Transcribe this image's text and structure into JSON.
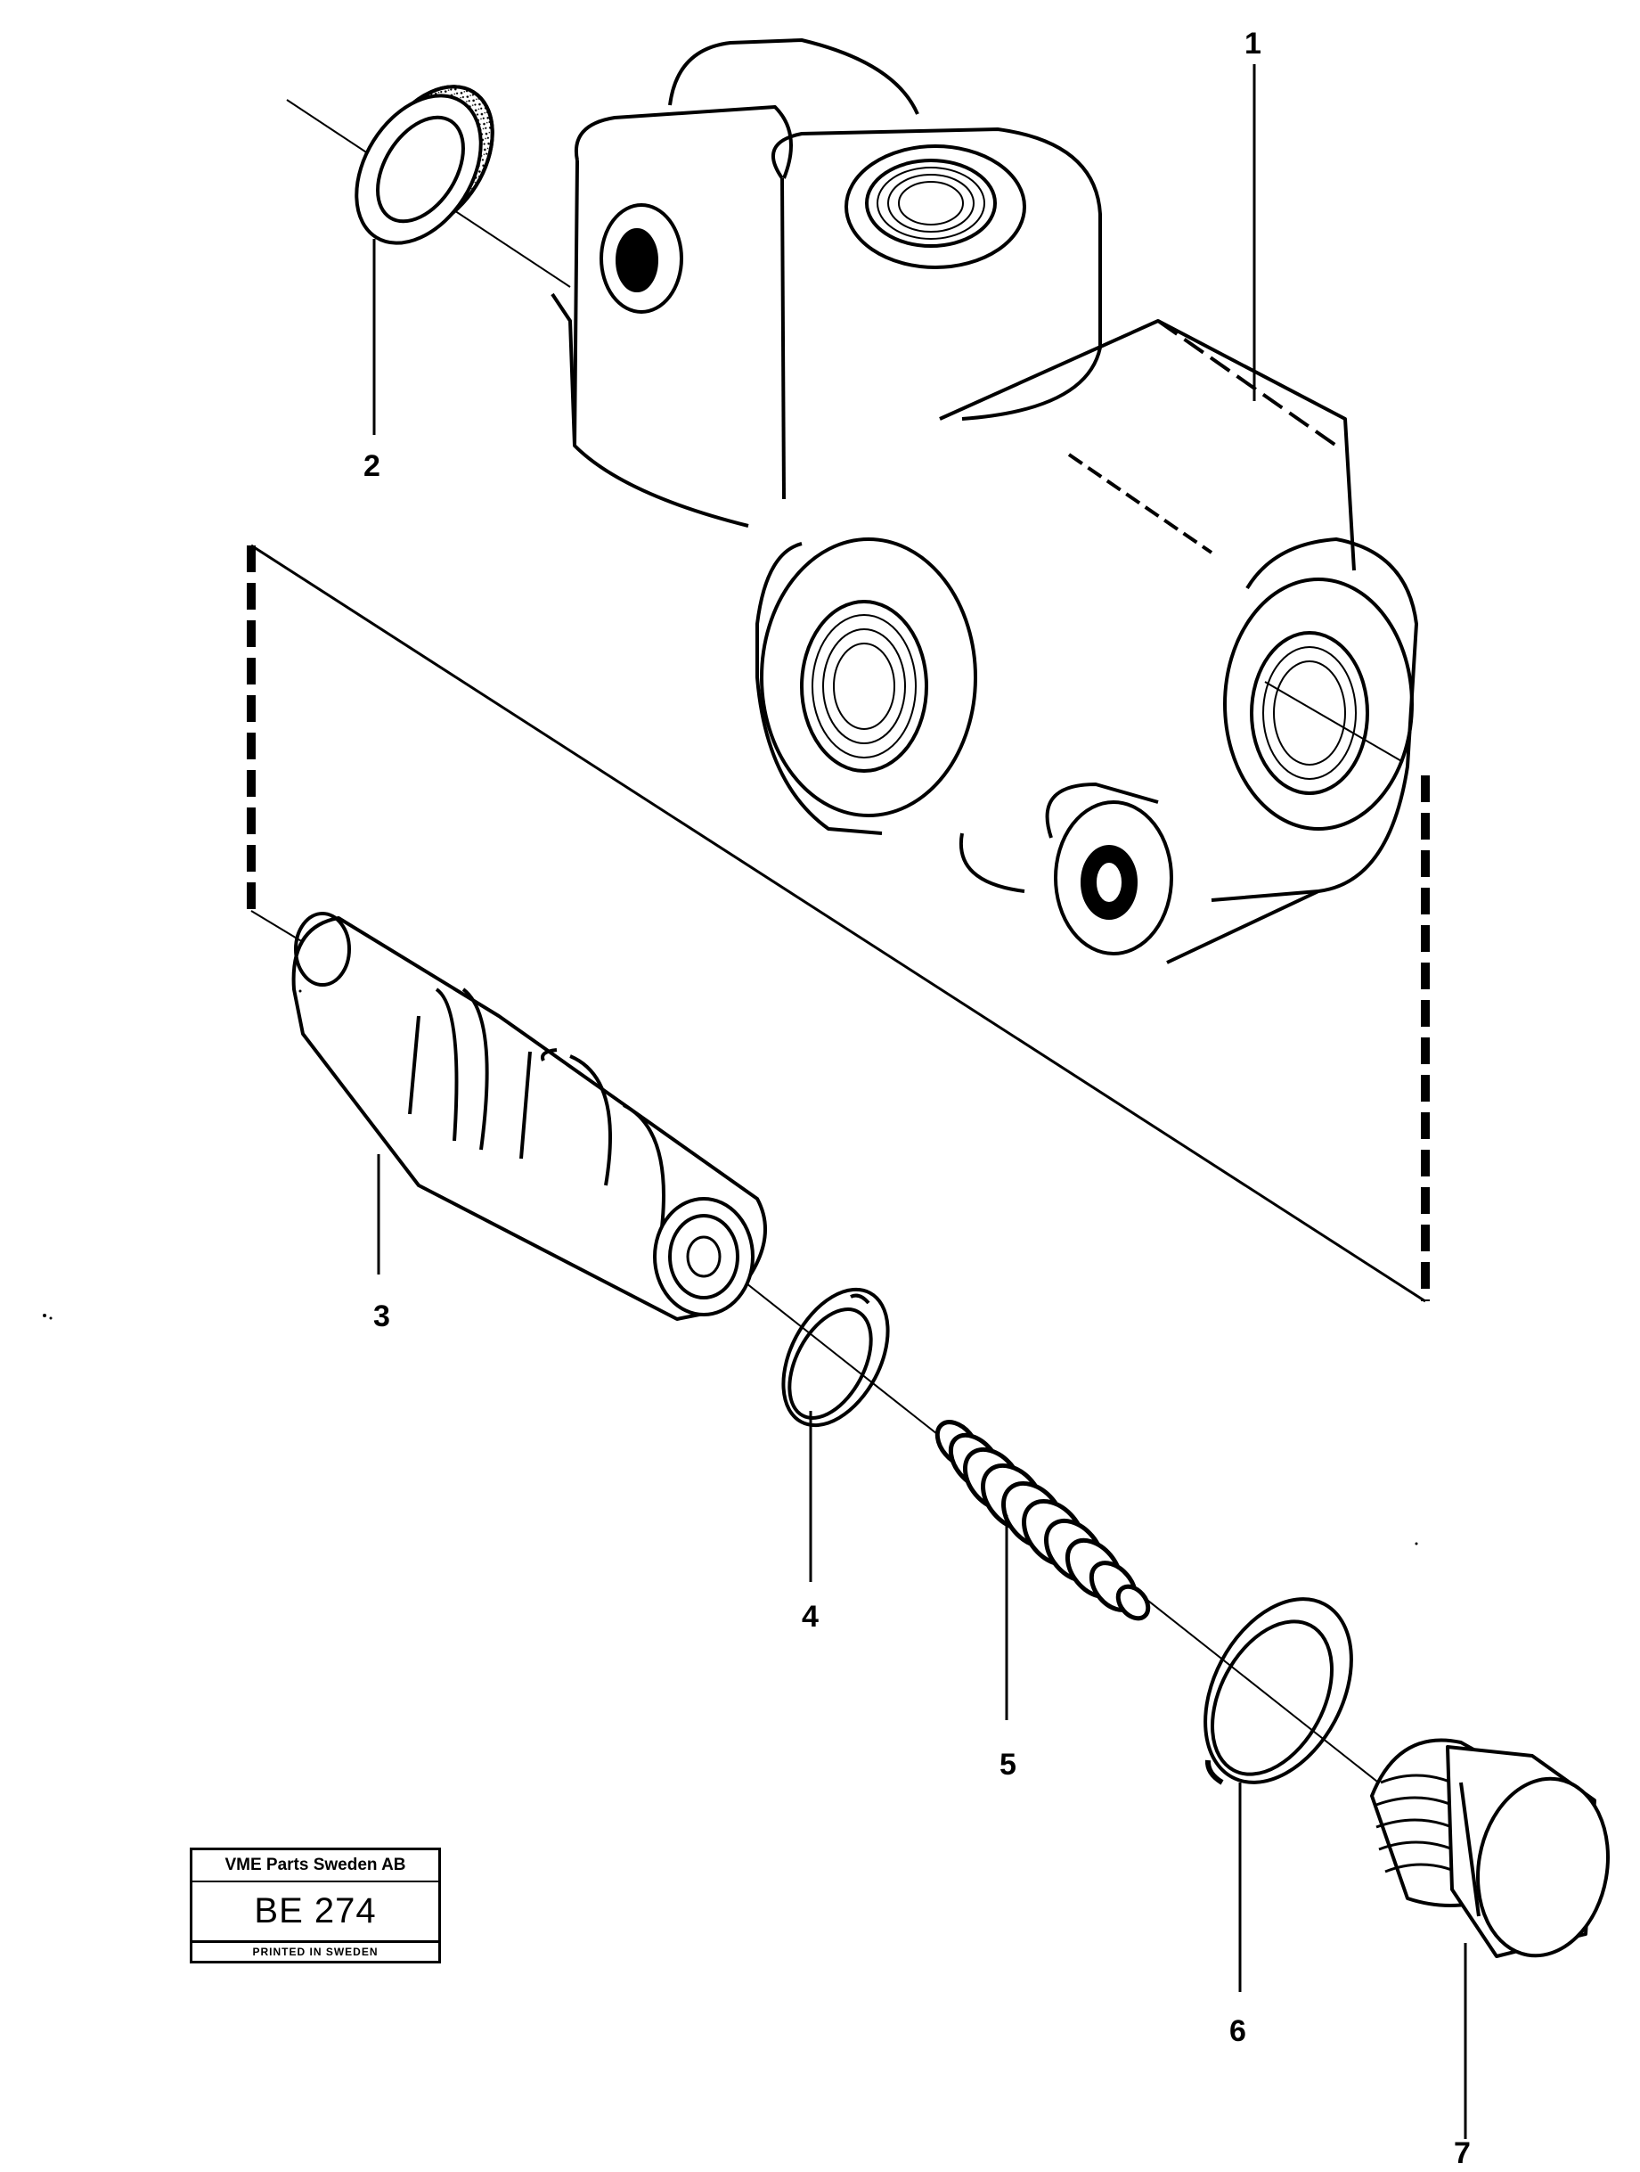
{
  "callouts": {
    "c1": "1",
    "c2": "2",
    "c3": "3",
    "c4": "4",
    "c5": "5",
    "c6": "6",
    "c7": "7"
  },
  "title_block": {
    "company": "VME Parts Sweden AB",
    "code": "BE 274",
    "printed": "PRINTED IN SWEDEN"
  }
}
